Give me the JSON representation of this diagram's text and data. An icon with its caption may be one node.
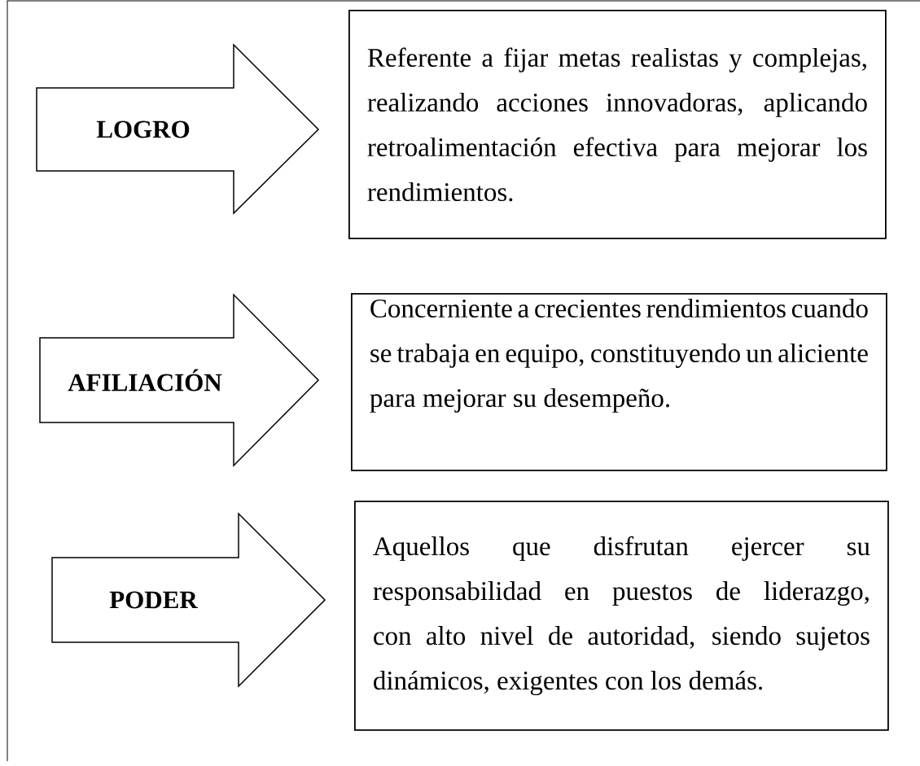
{
  "diagram": {
    "nodes": [
      {
        "text": [
          "LOGRO"
        ]
      },
      {
        "text": [
          "Referente a fijar metas realistas y complejas, realizando acciones innovadoras, aplicando retroalimentación efectiva para mejorar los rendimientos."
        ]
      },
      {
        "text": [
          "AFILIACIÓN"
        ]
      },
      {
        "text": [
          "Concerniente a crecientes rendimientos cuando se trabaja en equipo, constituyendo un aliciente para mejorar su desempeño."
        ]
      },
      {
        "text": [
          "PODER"
        ]
      },
      {
        "text": [
          "Aquellos que disfrutan ejercer su responsabilidad en puestos de liderazgo, con alto nivel de autoridad, siendo sujetos dinámicos, exigentes con los demás."
        ]
      }
    ]
  }
}
